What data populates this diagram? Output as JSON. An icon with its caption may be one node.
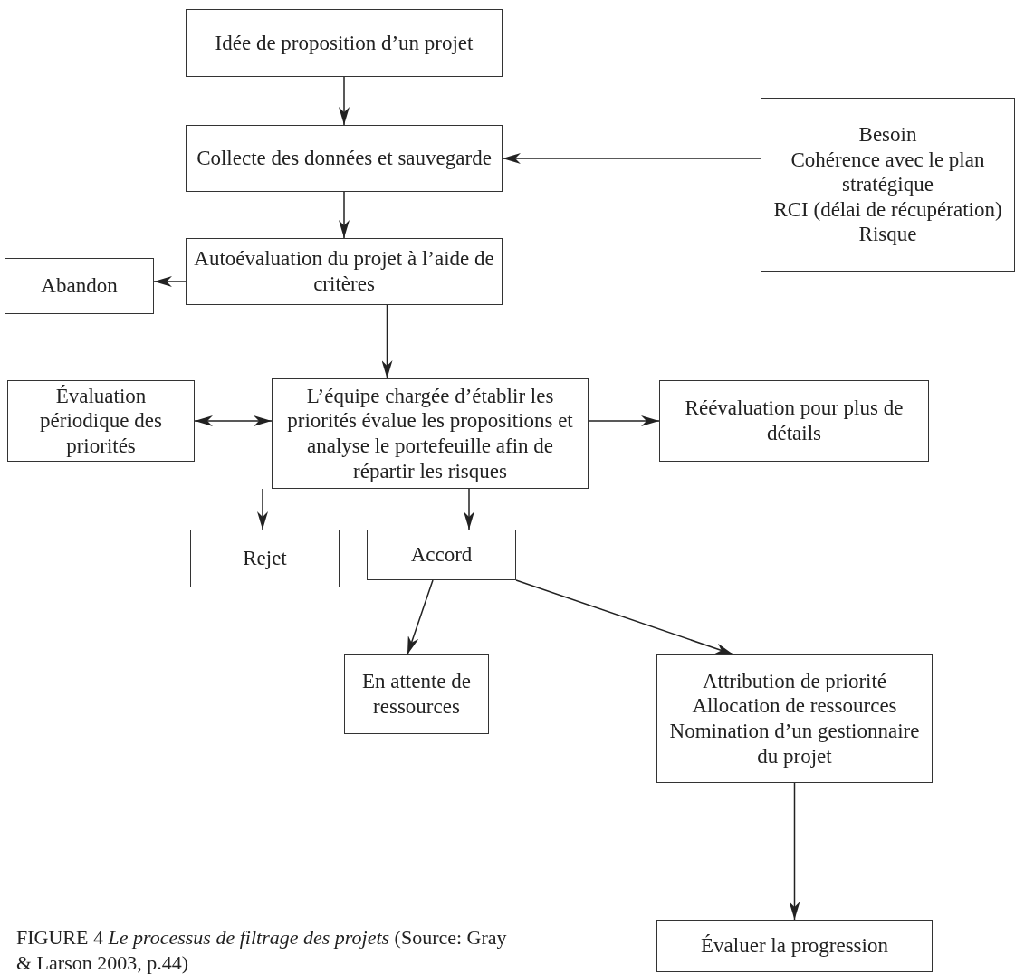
{
  "diagram": {
    "caption": "FIGURE 4 *Le processus de filtrage des projets* (Source: Gray & Larson 2003, p.44)",
    "nodes": [
      {
        "text": [
          "Idée de proposition d’un projet"
        ]
      },
      {
        "text": [
          "Collecte des données et sauvegarde"
        ]
      },
      {
        "text": [
          "Besoin",
          "Cohérence avec le plan stratégique",
          "RCI (délai de récupération)",
          "Risque"
        ]
      },
      {
        "text": [
          "Autoévaluation du projet à l’aide de critères"
        ]
      },
      {
        "text": [
          "Abandon"
        ]
      },
      {
        "text": [
          "Évaluation périodique des priorités"
        ]
      },
      {
        "text": [
          "L’équipe chargée d’établir les priorités évalue les propositions et analyse le portefeuille afin de répartir les risques"
        ]
      },
      {
        "text": [
          "Réévaluation pour plus de détails"
        ]
      },
      {
        "text": [
          "Rejet"
        ]
      },
      {
        "text": [
          "Accord"
        ]
      },
      {
        "text": [
          "En attente de ressources"
        ]
      },
      {
        "text": [
          "Attribution de priorité",
          "Allocation de ressources",
          "Nomination d’un gestionnaire du projet"
        ]
      },
      {
        "text": [
          "Évaluer la progression"
        ]
      }
    ],
    "edges": [
      {
        "from": 0,
        "to": 1,
        "arrow": "to"
      },
      {
        "from": 2,
        "to": 1,
        "arrow": "to"
      },
      {
        "from": 1,
        "to": 3,
        "arrow": "to"
      },
      {
        "from": 3,
        "to": 4,
        "arrow": "to"
      },
      {
        "from": 3,
        "to": 6,
        "arrow": "to"
      },
      {
        "from": 5,
        "to": 6,
        "arrow": "both"
      },
      {
        "from": 6,
        "to": 7,
        "arrow": "to"
      },
      {
        "from": 6,
        "to": 8,
        "arrow": "to"
      },
      {
        "from": 6,
        "to": 9,
        "arrow": "to"
      },
      {
        "from": 9,
        "to": 10,
        "arrow": "to"
      },
      {
        "from": 9,
        "to": 11,
        "arrow": "to"
      },
      {
        "from": 11,
        "to": 12,
        "arrow": "to"
      }
    ]
  }
}
